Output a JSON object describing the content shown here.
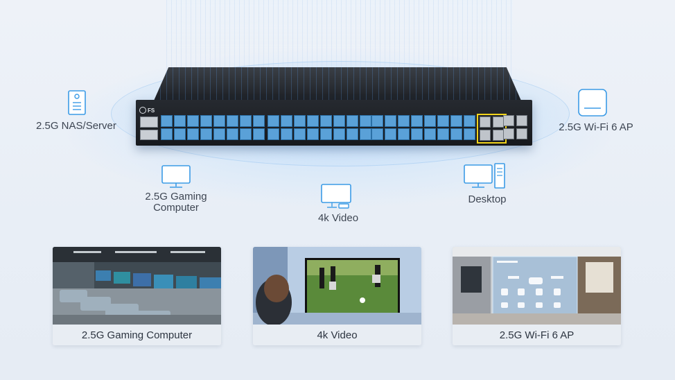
{
  "nodes": {
    "nas": "2.5G NAS/Server",
    "gaming_line1": "2.5G Gaming",
    "gaming_line2": "Computer",
    "video": "4k Video",
    "desktop": "Desktop",
    "wifi": "2.5G Wi-Fi 6 AP"
  },
  "switch": {
    "logo": "FS"
  },
  "cards": [
    {
      "caption": "2.5G Gaming Computer",
      "scene": "gaming-cafe"
    },
    {
      "caption": "4k Video",
      "scene": "football-tv"
    },
    {
      "caption": "2.5G Wi-Fi 6 AP",
      "scene": "smart-room"
    }
  ],
  "colors": {
    "accent": "#3b9be6",
    "port": "#5aa1d8",
    "highlight": "#f1d41b"
  },
  "icons": [
    "server-icon",
    "monitor-icon",
    "tv-icon",
    "desktop-pc-icon",
    "access-point-icon"
  ]
}
